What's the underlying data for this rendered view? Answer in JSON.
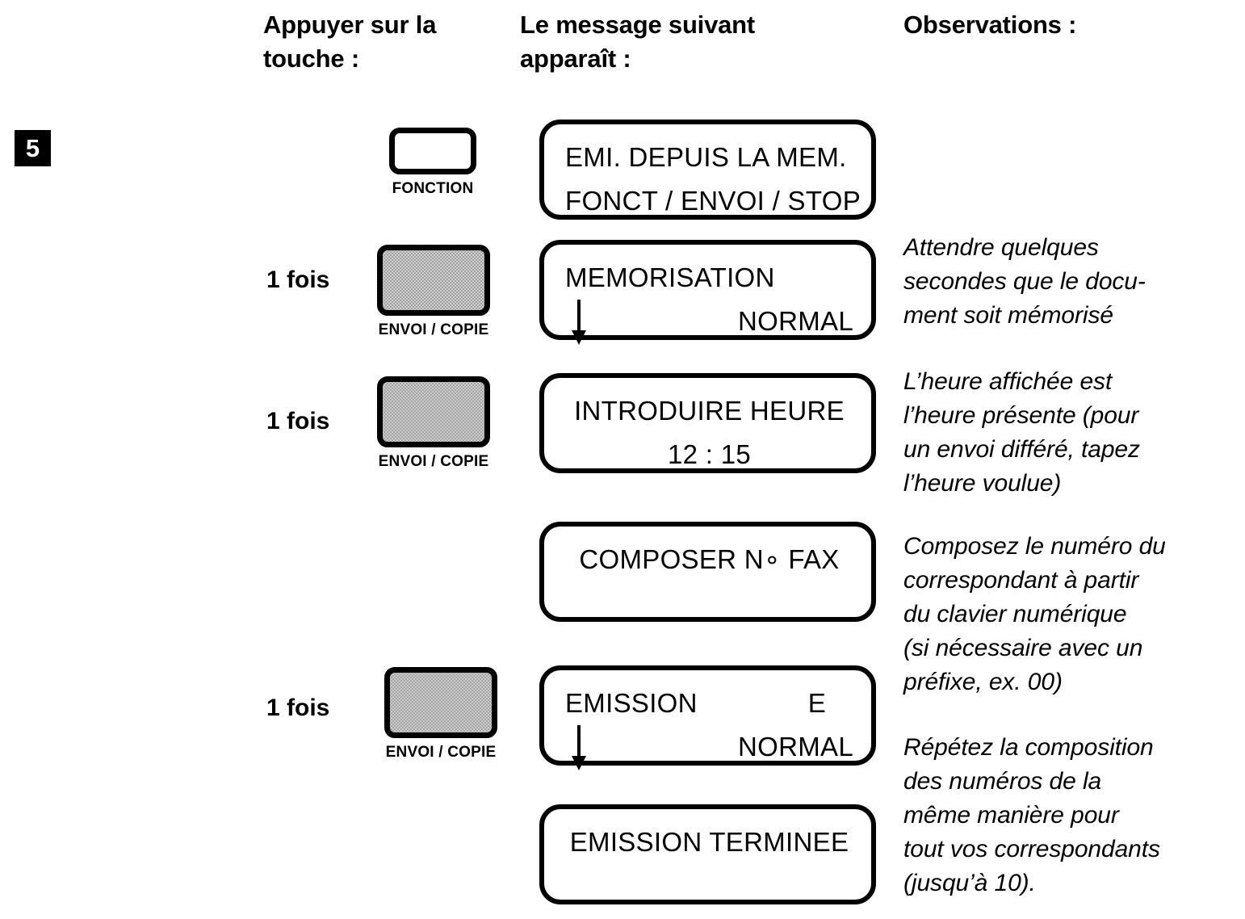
{
  "headers": {
    "key_column": "Appuyer sur la\ntouche :",
    "message_column": "Le message suivant\napparaît :",
    "observations_column": "Observations :"
  },
  "step": {
    "number": "5"
  },
  "rows": [
    {
      "repeat_label": "",
      "key": {
        "label": "FONCTION",
        "style": "plain"
      },
      "display": {
        "line1_left": "EMI. DEPUIS LA MEM.",
        "line2_left": "FONCT / ENVOI / STOP"
      },
      "observation": ""
    },
    {
      "repeat_label": "1 fois",
      "key": {
        "label": "ENVOI / COPIE",
        "style": "shaded"
      },
      "display": {
        "line1_left": "MEMORISATION",
        "line2_right": "NORMAL",
        "arrow": "down-arrow"
      },
      "observation": "Attendre quelques\nsecondes que le docu-\nment soit mémorisé"
    },
    {
      "repeat_label": "1 fois",
      "key": {
        "label": "ENVOI / COPIE",
        "style": "shaded"
      },
      "display": {
        "line1_center": "INTRODUIRE HEURE",
        "line2_center": "12 : 15"
      },
      "observation": "L’heure affichée est\nl’heure présente (pour\nun envoi différé, tapez\nl’heure voulue)"
    },
    {
      "repeat_label": "",
      "key": null,
      "display": {
        "line1_center": "COMPOSER N∘ FAX"
      },
      "observation": "Composez le numéro du\ncorrespondant à partir\ndu clavier numérique\n(si nécessaire avec un\npréfixe, ex. 00)"
    },
    {
      "repeat_label": "1 fois",
      "key": {
        "label": "ENVOI / COPIE",
        "style": "shaded"
      },
      "display": {
        "line1_left": "EMISSION",
        "line1_right": "E",
        "line2_right": "NORMAL",
        "arrow": "down-arrow"
      },
      "observation": "Répétez la composition\ndes numéros de la\nmême manière pour\ntout vos correspondants\n(jusqu’à 10)."
    },
    {
      "repeat_label": "",
      "key": null,
      "display": {
        "line1_center": "EMISSION TERMINEE"
      },
      "observation": ""
    }
  ]
}
